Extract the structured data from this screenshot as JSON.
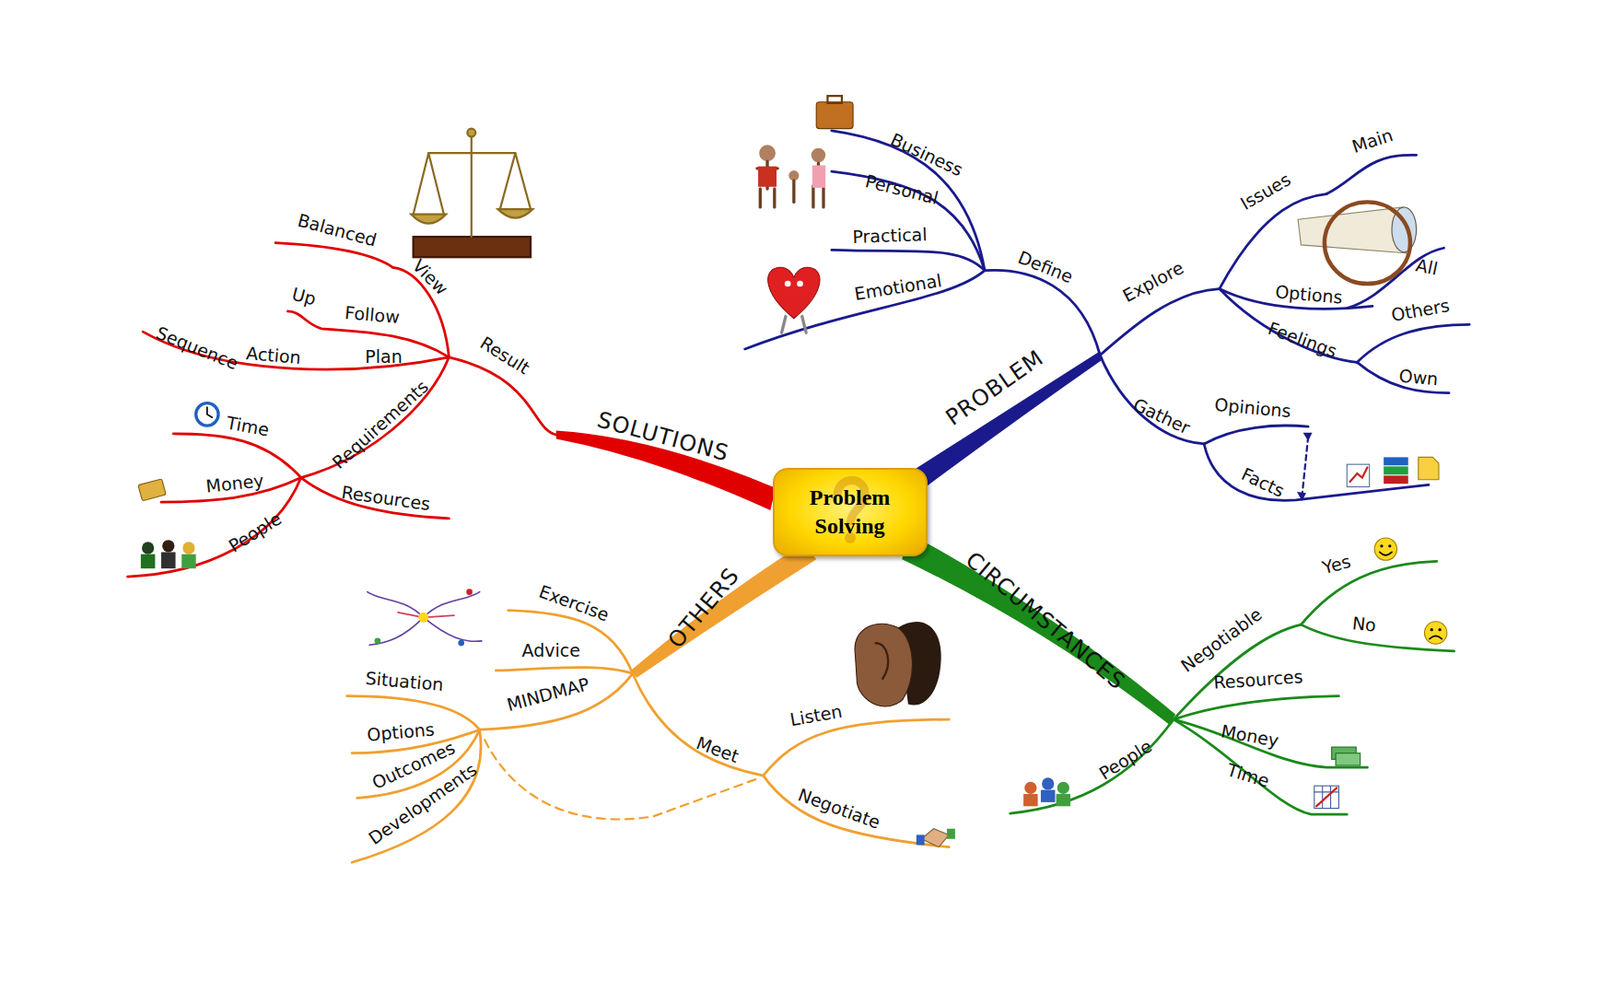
{
  "diagram": {
    "nodes": [
      {
        "text": [
          "Problem Solving"
        ]
      }
    ],
    "labels": [
      "PROBLEM",
      "Define",
      "Business",
      "Personal",
      "Practical",
      "Emotional",
      "Explore",
      "Issues",
      "Main",
      "Options",
      "All",
      "Feelings",
      "Others",
      "Own",
      "Gather",
      "Opinions",
      "Facts",
      "CIRCUMSTANCES",
      "Negotiable",
      "Yes",
      "No",
      "Resources",
      "Money",
      "Time",
      "People",
      "OTHERS",
      "Exercise",
      "Advice",
      "MINDMAP",
      "Situation",
      "Options",
      "Outcomes",
      "Developments",
      "Meet",
      "Listen",
      "Negotiate",
      "SOLUTIONS",
      "Result",
      "View",
      "Balanced",
      "Up",
      "Follow",
      "Plan",
      "Action",
      "Sequence",
      "Requirements",
      "Time",
      "Resources",
      "Money",
      "People"
    ]
  }
}
